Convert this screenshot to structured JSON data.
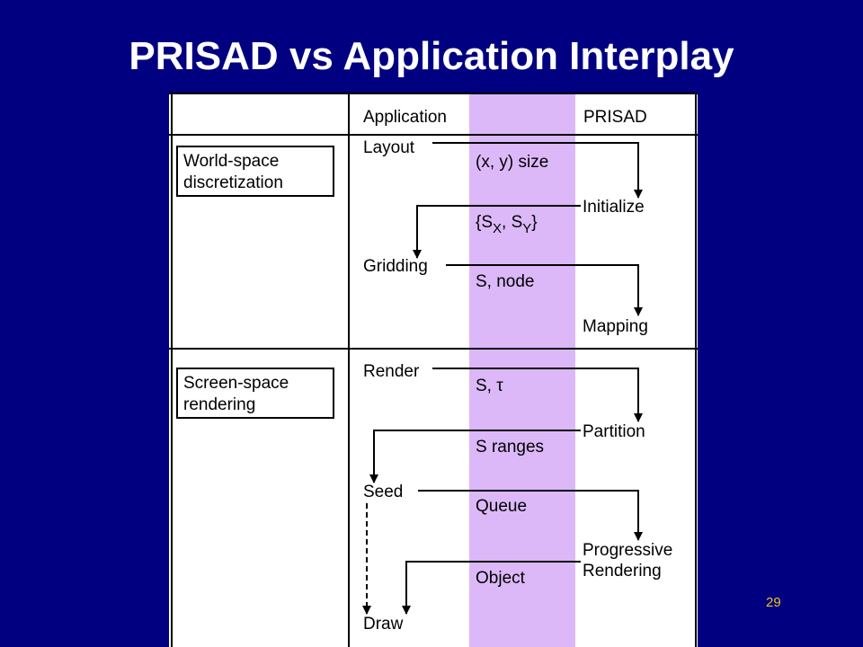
{
  "slide": {
    "title": "PRISAD vs Application Interplay",
    "page_number": "29"
  },
  "colors": {
    "background": "#000080",
    "panel": "#ffffff",
    "band": "#dcb8f8",
    "title": "#ffffff",
    "page_number": "#f0c020"
  },
  "headers": {
    "application": "Application",
    "prisad": "PRISAD"
  },
  "phases": {
    "world": {
      "line1": "World-space",
      "line2": "discretization"
    },
    "screen": {
      "line1": "Screen-space",
      "line2": "rendering"
    }
  },
  "app_steps": {
    "layout": "Layout",
    "gridding": "Gridding",
    "render": "Render",
    "seed": "Seed",
    "draw": "Draw"
  },
  "prisad_steps": {
    "initialize": "Initialize",
    "mapping": "Mapping",
    "partition": "Partition",
    "progressive_line1": "Progressive",
    "progressive_line2": "Rendering"
  },
  "data_items": {
    "xy_size": "(x, y) size",
    "sx_sy": {
      "open": "{S",
      "sub_x": "X",
      "sep": ", S",
      "sub_y": "Y",
      "close": "}"
    },
    "s_node": "S, node",
    "s_tau": "S, τ",
    "s_ranges": "S ranges",
    "queue": "Queue",
    "object": "Object"
  }
}
